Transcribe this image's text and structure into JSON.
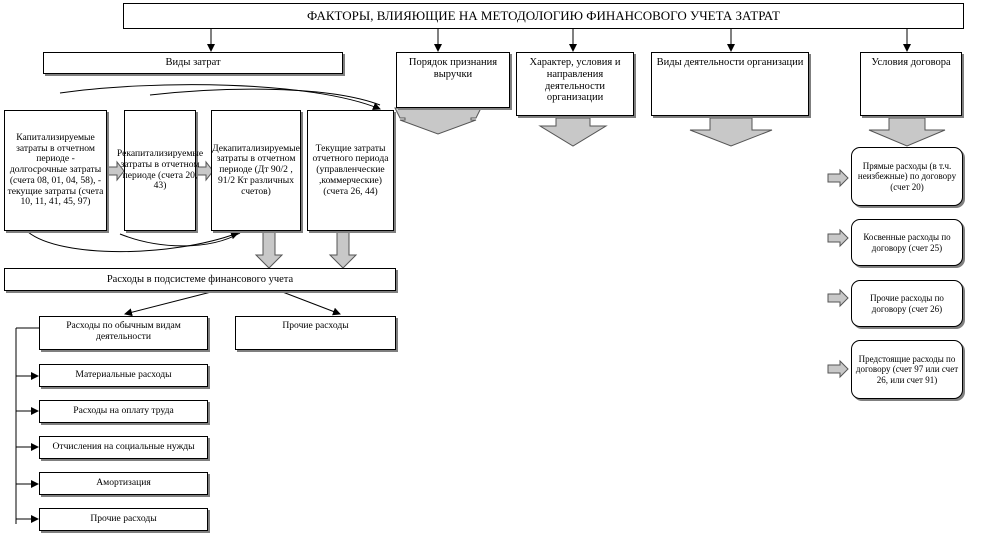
{
  "title": "ФАКТОРЫ, ВЛИЯЮЩИЕ НА МЕТОДОЛОГИЮ ФИНАНСОВОГО УЧЕТА ЗАТРАТ",
  "factors": {
    "cost_types": "Виды затрат",
    "revenue_recognition": "Порядок признания выручки",
    "activity_nature": "Характер, условия и направления деятельности организации",
    "activity_types": "Виды деятельности организации",
    "contract_terms": "Условия договора"
  },
  "cost_types": {
    "capitalized": "Капитализируемые затраты в отчетном периоде - долгосрочные затраты (счета 08, 01, 04, 58), - текущие затраты (счета 10, 11, 41, 45, 97)",
    "recapitalized": "Рекапитализируемые затраты в отчетном периоде (счета 20, 43)",
    "decapitalized": "Декапитализируемые затраты в отчетном периоде (Дт 90/2 , 91/2 Кт различных счетов)",
    "current": "Текущие затраты отчетного периода (управленческие ,коммерческие) (счета 26, 44)"
  },
  "subsystem": "Расходы в подсистеме финансового учета",
  "ordinary": {
    "header": "Расходы по обычным видам деятельности",
    "items": [
      "Материальные расходы",
      "Расходы на оплату труда",
      "Отчисления на социальные нужды",
      "Амортизация",
      "Прочие расходы"
    ]
  },
  "other_expenses": "Прочие расходы",
  "contract": {
    "items": [
      "Прямые расходы (в т.ч. неизбежные) по договору (счет 20)",
      "Косвенные расходы по договору (счет 25)",
      "Прочие расходы по договору (счет 26)",
      "Предстоящие расходы по договору (счет 97 или счет 26, или счет 91)"
    ]
  }
}
